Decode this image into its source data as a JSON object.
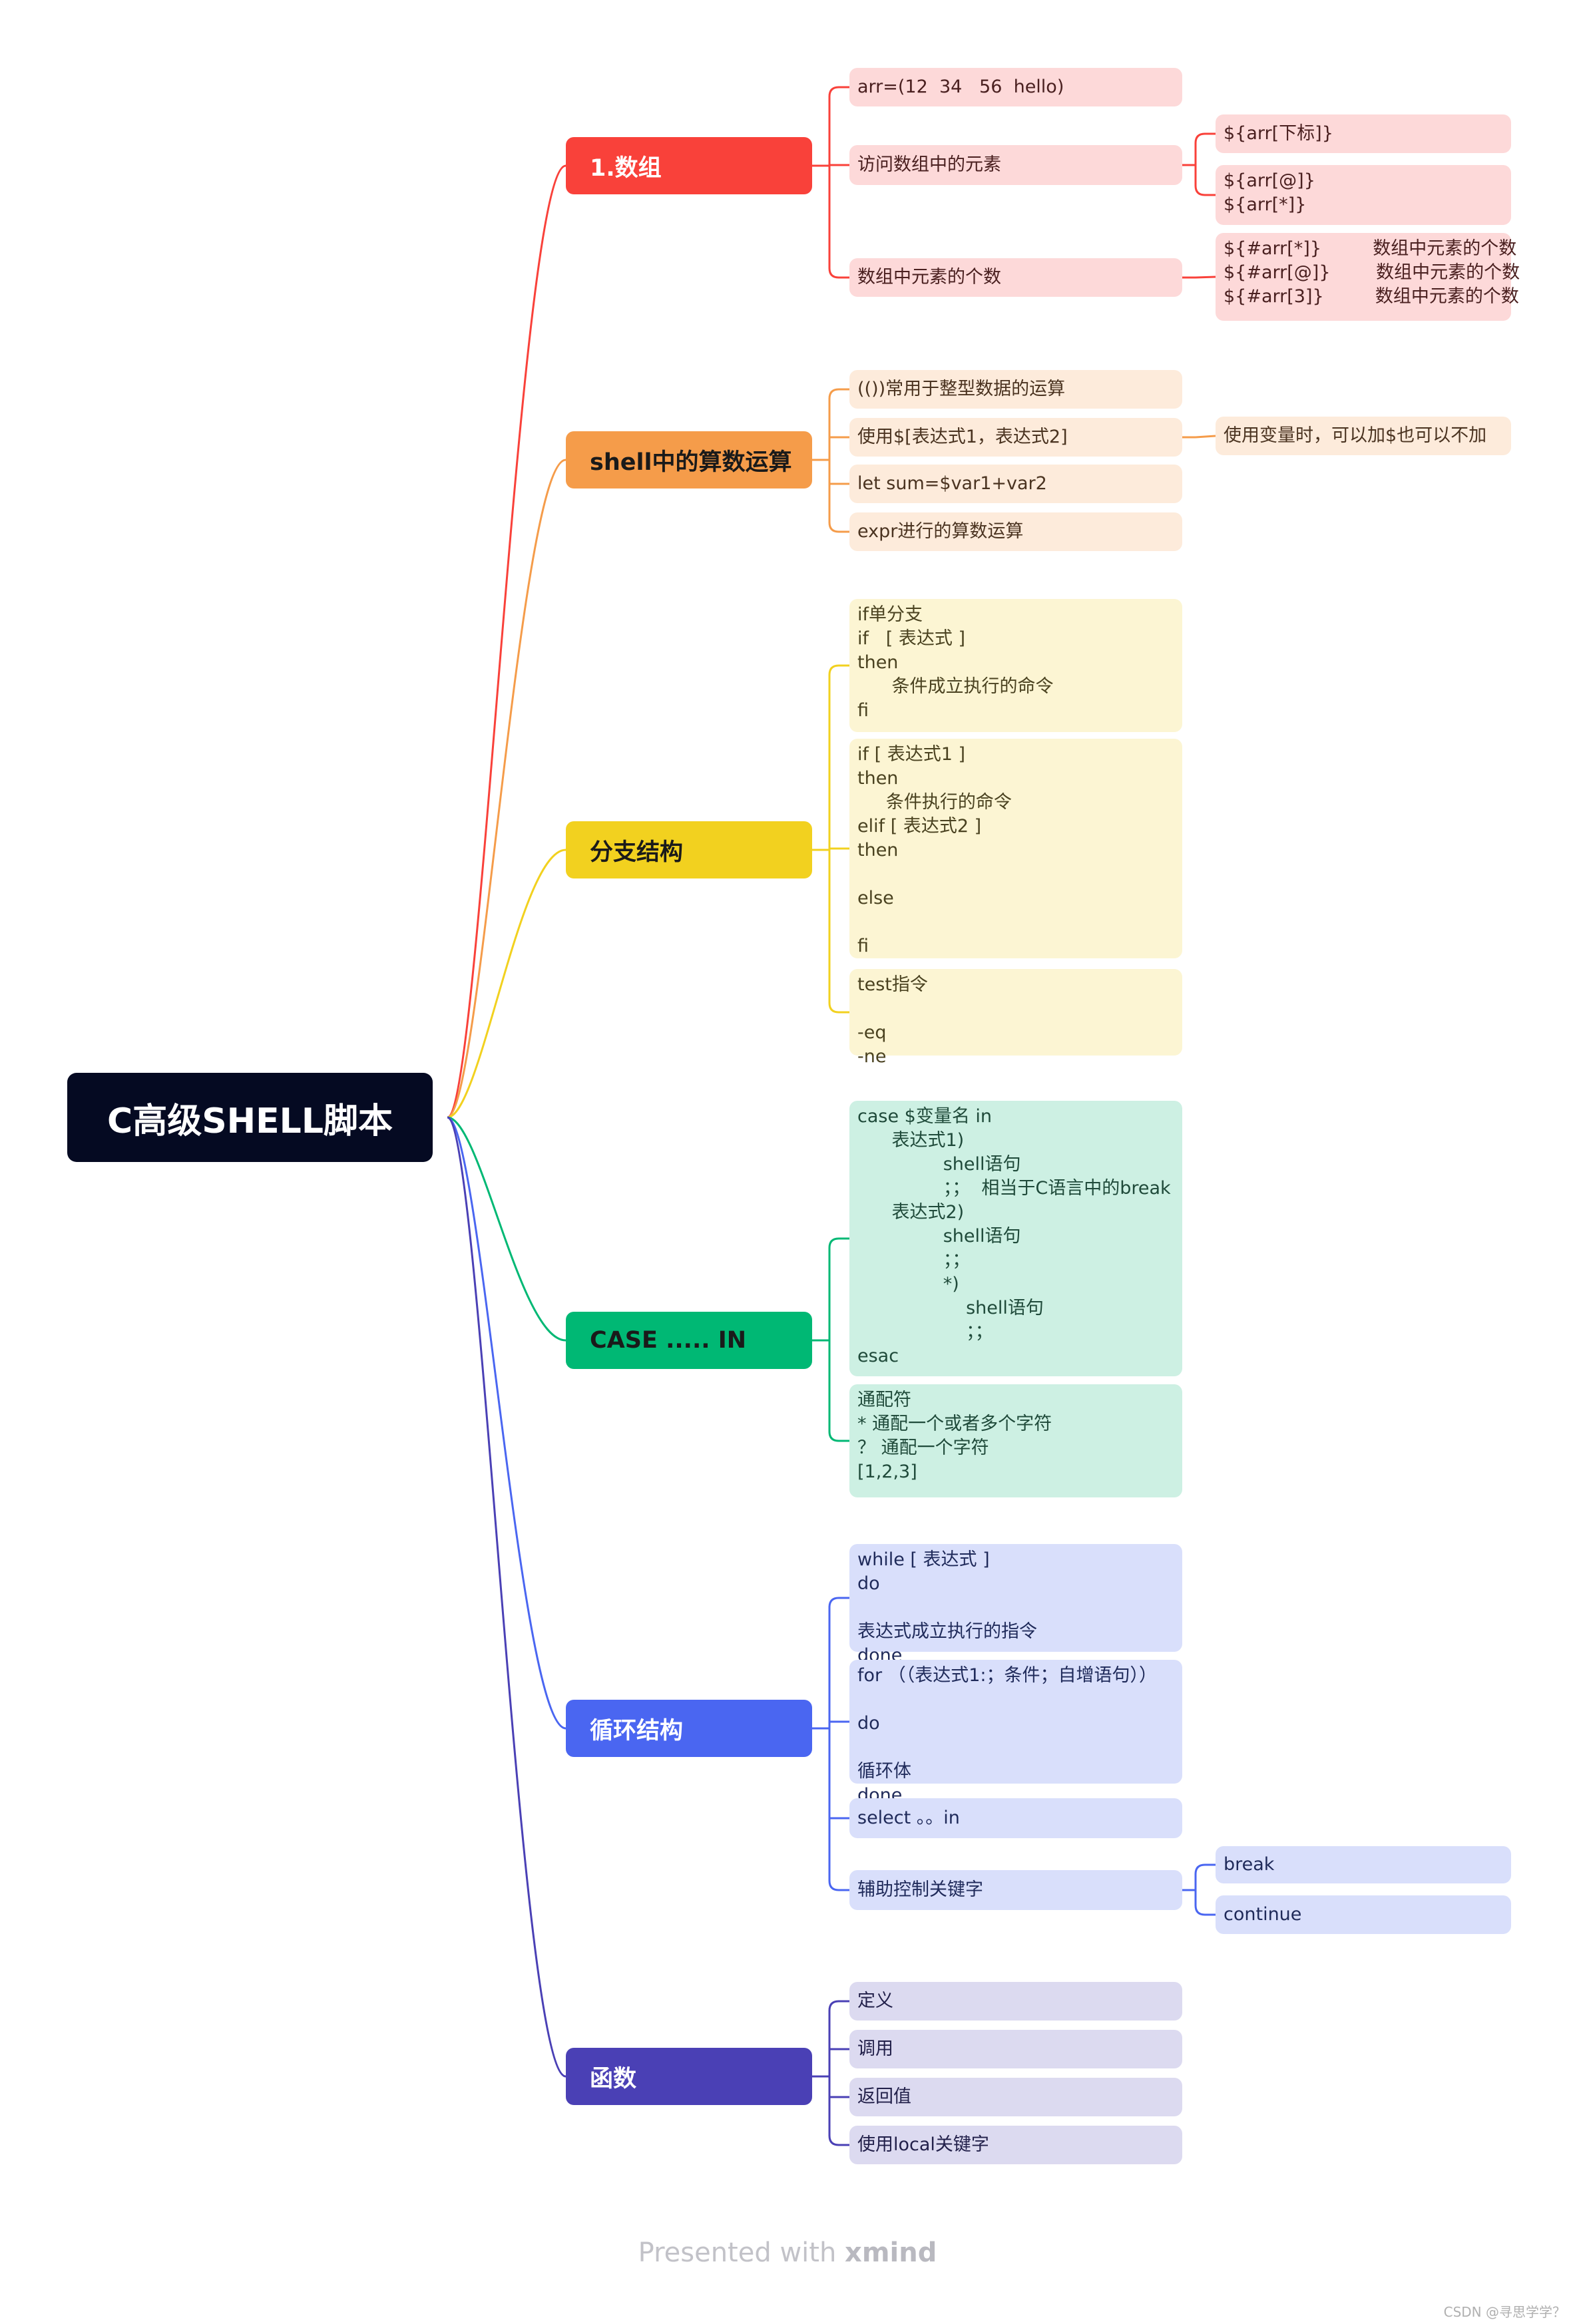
{
  "root": {
    "label": "C高级SHELL脚本",
    "color": "#050a22"
  },
  "branches": [
    {
      "key": "array",
      "label": "1.数组",
      "color": "#f9413a",
      "bg": "#fdd9d9",
      "text": "#4a2020",
      "children": [
        {
          "label": "arr=(12  34   56  hello)"
        },
        {
          "label": "访问数组中的元素",
          "children": [
            {
              "label": "${arr[下标]}"
            },
            {
              "label": "${arr[@]}\n${arr[*]}"
            }
          ]
        },
        {
          "label": "数组中元素的个数",
          "children": [
            {
              "label": "${#arr[*]}         数组中元素的个数\n${#arr[@]}        数组中元素的个数\n${#arr[3]}         数组中元素的个数"
            }
          ]
        }
      ]
    },
    {
      "key": "arith",
      "label": "shell中的算数运算",
      "color": "#f59c4a",
      "bg": "#fdebdb",
      "text": "#4a3320",
      "label_color": "#1a1a1a",
      "children": [
        {
          "label": "(())常用于整型数据的运算"
        },
        {
          "label": "使用$[表达式1，表达式2]",
          "children": [
            {
              "label": "使用变量时，可以加$也可以不加"
            }
          ]
        },
        {
          "label": "let sum=$var1+var2"
        },
        {
          "label": "expr进行的算数运算"
        }
      ]
    },
    {
      "key": "branch",
      "label": "分支结构",
      "color": "#f2d11f",
      "bg": "#fcf5d3",
      "text": "#4a4220",
      "label_color": "#1a1a1a",
      "children": [
        {
          "label": "if单分支\nif   [ 表达式 ]\nthen\n      条件成立执行的命令\nfi"
        },
        {
          "label": "if [ 表达式1 ]\nthen\n     条件执行的命令\nelif [ 表达式2 ]\nthen\n\nelse\n\nfi"
        },
        {
          "label": "test指令\n\n-eq\n-ne"
        }
      ]
    },
    {
      "key": "case",
      "label": "CASE ..... IN",
      "color": "#00b874",
      "bg": "#cdf0e3",
      "text": "#1f4a3a",
      "label_color": "#1a1a1a",
      "children": [
        {
          "label": "case $变量名 in\n      表达式1)\n               shell语句\n               ；；  相当于C语言中的break\n      表达式2)\n               shell语句\n               ；；\n               *)\n                   shell语句\n                   ；；\nesac"
        },
        {
          "label": "通配符\n* 通配一个或者多个字符\n？ 通配一个字符\n[1,2,3]"
        }
      ]
    },
    {
      "key": "loop",
      "label": "循环结构",
      "color": "#4a66f1",
      "bg": "#d9dffb",
      "text": "#1f2a5a",
      "children": [
        {
          "label": "while [ 表达式 ]\ndo\n\n表达式成立执行的指令\ndone"
        },
        {
          "label": "for （（表达式1:；条件；自增语句））\n\ndo\n\n循环体\ndone"
        },
        {
          "label": "select 。。in"
        },
        {
          "label": "辅助控制关键字",
          "children": [
            {
              "label": "break"
            },
            {
              "label": "continue"
            }
          ]
        }
      ]
    },
    {
      "key": "func",
      "label": "函数",
      "color": "#4a40b5",
      "bg": "#dcdaf0",
      "text": "#22204a",
      "children": [
        {
          "label": "定义"
        },
        {
          "label": "调用"
        },
        {
          "label": "返回值"
        },
        {
          "label": "使用local关键字"
        }
      ]
    }
  ],
  "footer": {
    "prefix": "Presented with ",
    "brand": "xmind"
  },
  "watermark": "CSDN @寻思学学？"
}
